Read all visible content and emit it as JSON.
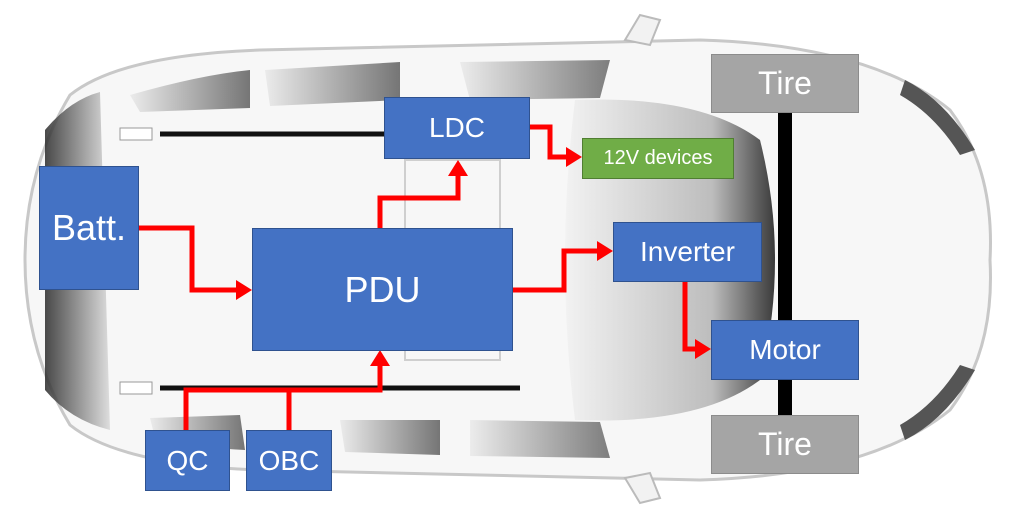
{
  "diagram": {
    "nodes": {
      "batt": "Batt.",
      "pdu": "PDU",
      "ldc": "LDC",
      "devices": "12V devices",
      "inverter": "Inverter",
      "motor": "Motor",
      "tire_top": "Tire",
      "tire_bottom": "Tire",
      "qc": "QC",
      "obc": "OBC"
    },
    "colors": {
      "component_fill": "#4472c4",
      "tire_fill": "#a5a5a5",
      "devices_fill": "#70ad47",
      "power_flow": "#ff0000",
      "axle": "#000000"
    }
  }
}
